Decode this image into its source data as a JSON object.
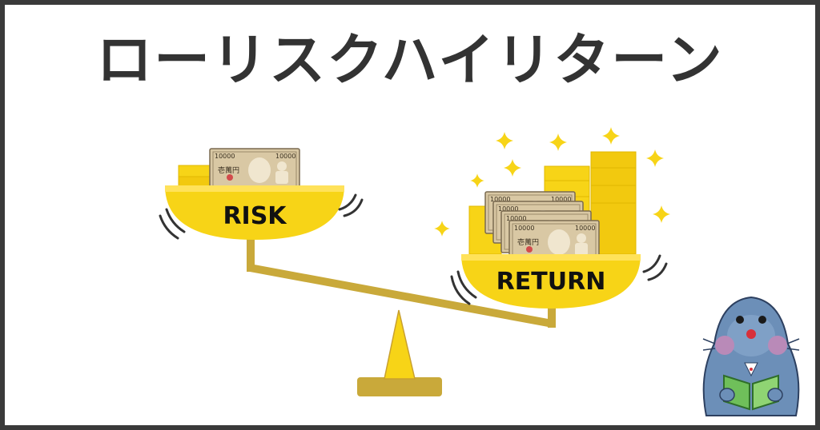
{
  "title": "ローリスクハイリターン",
  "risk_label": "RISK",
  "return_label": "RETURN",
  "banknote": {
    "denomination": "10000",
    "kanji": "壱萬円"
  },
  "colors": {
    "gold": "#f7d417",
    "gold_dark": "#c8a030",
    "beam": "#c9a93a",
    "frame": "#3a3a3a",
    "title": "#333333",
    "note": "#d9c8a4"
  }
}
